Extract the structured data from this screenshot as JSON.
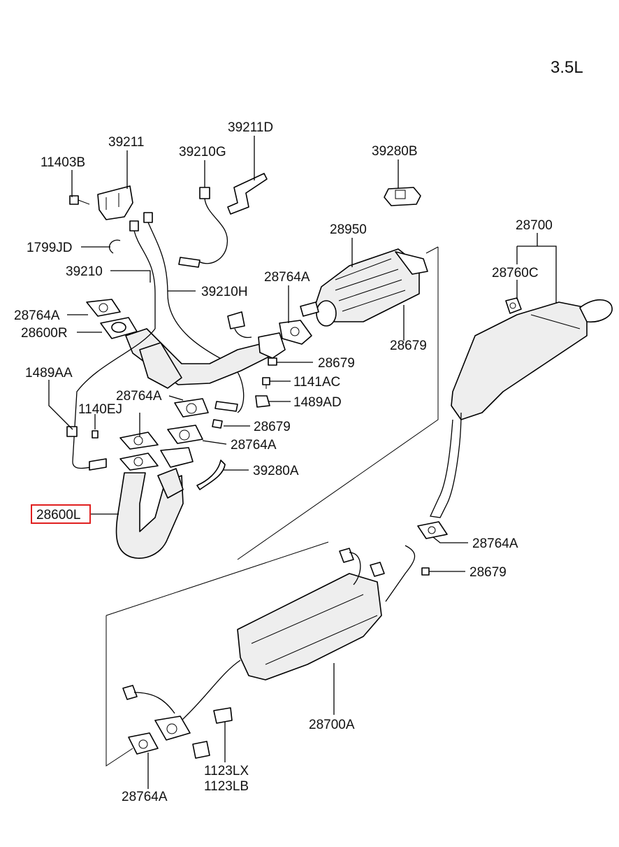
{
  "engine": "3.5L",
  "highlighted_part": "28600L",
  "labels": {
    "p11403B": "11403B",
    "p39211": "39211",
    "p39210G": "39210G",
    "p39211D": "39211D",
    "p39280B": "39280B",
    "p1799JD": "1799JD",
    "p39210": "39210",
    "p39210H": "39210H",
    "p28950": "28950",
    "p28764A_1": "28764A",
    "p28764A_2": "28764A",
    "p28600R": "28600R",
    "p28679_1": "28679",
    "p28679_2": "28679",
    "p1489AA": "1489AA",
    "p1141AC": "1141AC",
    "p1489AD": "1489AD",
    "p28764A_3": "28764A",
    "p1140EJ": "1140EJ",
    "p28679_3": "28679",
    "p28764A_4": "28764A",
    "p39280A": "39280A",
    "p28600L": "28600L",
    "p28700": "28700",
    "p28760C": "28760C",
    "p28764A_5": "28764A",
    "p28679_4": "28679",
    "p28700A": "28700A",
    "p28764A_6": "28764A",
    "p1123LX": "1123LX",
    "p1123LB": "1123LB"
  }
}
